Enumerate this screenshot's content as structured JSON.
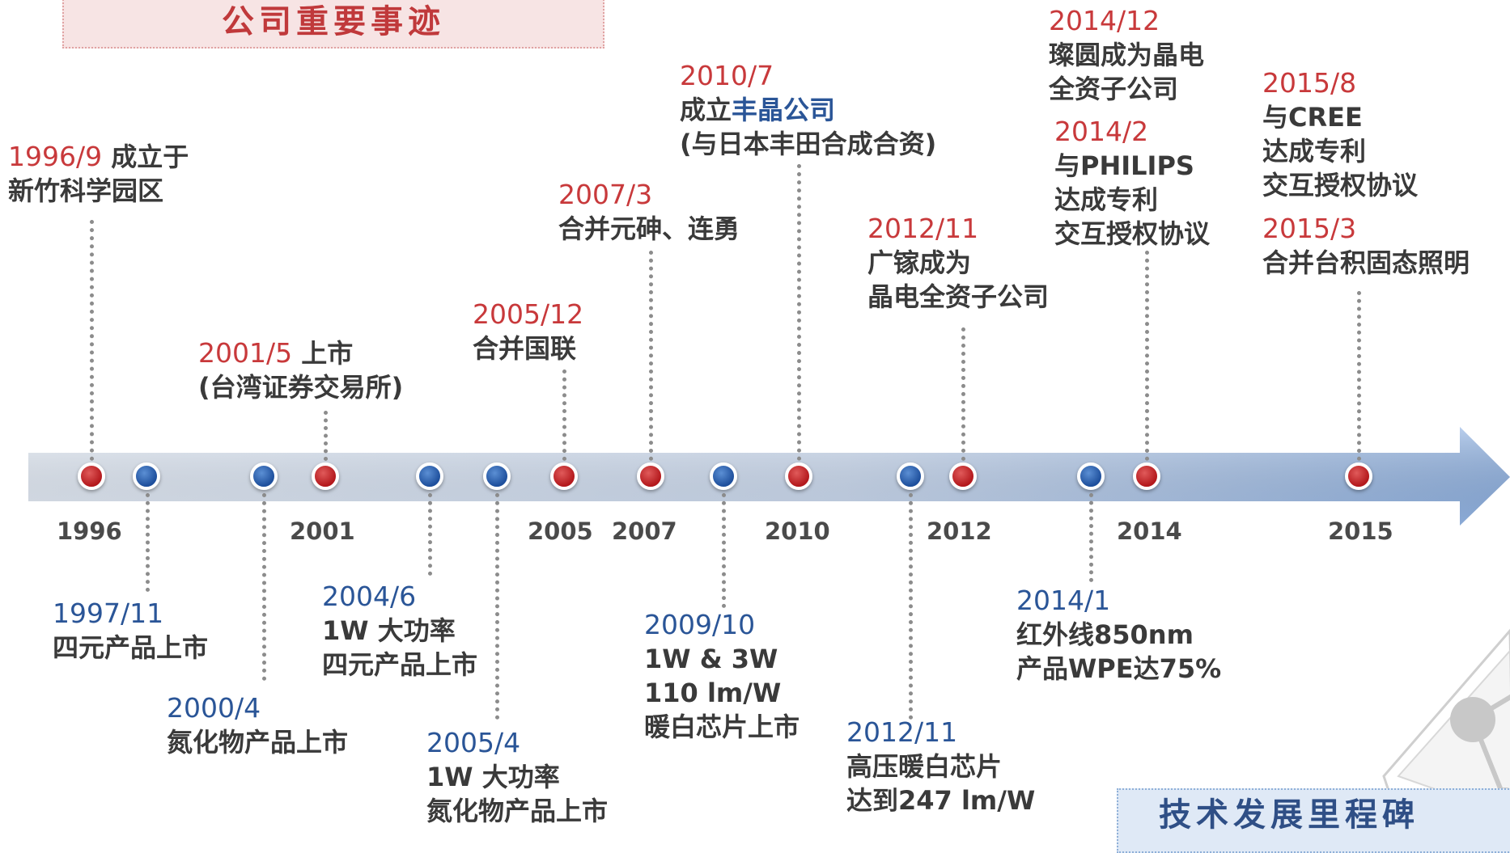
{
  "title": "公司重要事迹",
  "bottom_banner": "技术发展里程碑",
  "years": [
    "1996",
    "2001",
    "2005",
    "2007",
    "2010",
    "2012",
    "2014",
    "2015"
  ],
  "events_top": [
    {
      "date": "1996/9",
      "inline": "成立于",
      "lines": [
        "新竹科学园区"
      ]
    },
    {
      "date": "2001/5",
      "inline": "上市",
      "lines": [
        "(台湾证券交易所)"
      ]
    },
    {
      "date": "2005/12",
      "lines": [
        "合并国联"
      ]
    },
    {
      "date": "2007/3",
      "lines": [
        "合并元砷、连勇"
      ]
    },
    {
      "date": "2010/7",
      "line1_prefix": "成立",
      "line1_highlight": "丰晶公司",
      "lines": [
        "(与日本丰田合成合资)"
      ]
    },
    {
      "date": "2012/11",
      "lines": [
        "广镓成为",
        "晶电全资子公司"
      ]
    },
    {
      "date": "2014/12",
      "lines": [
        "璨圆成为晶电",
        "全资子公司"
      ]
    },
    {
      "date": "2014/2",
      "lines": [
        "与PHILIPS",
        "达成专利",
        "交互授权协议"
      ]
    },
    {
      "date": "2015/8",
      "lines": [
        "与CREE",
        "达成专利",
        "交互授权协议"
      ]
    },
    {
      "date": "2015/3",
      "lines": [
        "合并台积固态照明"
      ]
    }
  ],
  "events_bottom": [
    {
      "date": "1997/11",
      "lines": [
        "四元产品上市"
      ]
    },
    {
      "date": "2000/4",
      "lines": [
        "氮化物产品上市"
      ]
    },
    {
      "date": "2004/6",
      "lines": [
        "1W 大功率",
        "四元产品上市"
      ]
    },
    {
      "date": "2005/4",
      "lines": [
        "1W 大功率",
        "氮化物产品上市"
      ]
    },
    {
      "date": "2009/10",
      "lines": [
        "1W & 3W",
        "110 lm/W",
        "暖白芯片上市"
      ]
    },
    {
      "date": "2012/11",
      "lines": [
        "高压暖白芯片",
        "达到247 lm/W"
      ]
    },
    {
      "date": "2014/1",
      "lines": [
        "红外线850nm",
        "产品WPE达75%"
      ]
    }
  ],
  "colors": {
    "company_event": "#c8393b",
    "tech_event": "#2a5597",
    "arrow": "#a9c4ea"
  }
}
